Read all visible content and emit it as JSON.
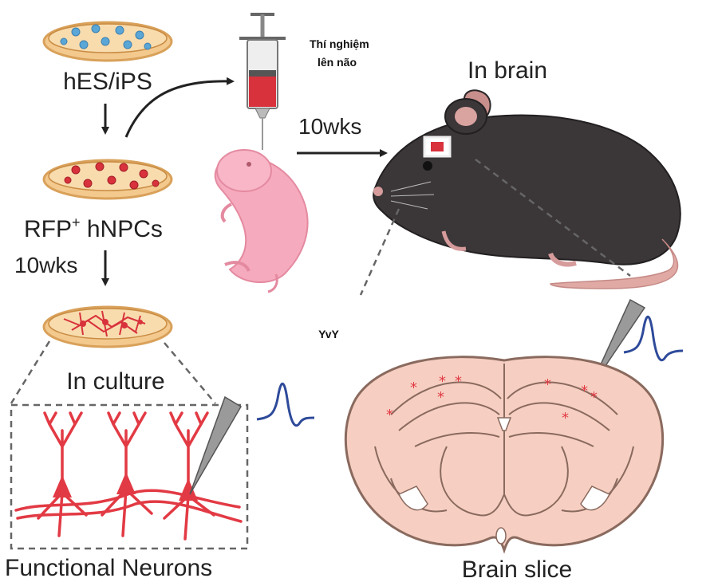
{
  "labels": {
    "stem_cells": "hES/iPS",
    "npcs_prefix": "RFP",
    "npcs_sup": "+",
    "npcs_suffix": " hNPCs",
    "culture_time": "10wks",
    "in_culture": "In culture",
    "functional_neurons": "Functional Neurons",
    "brain_time": "10wks",
    "in_brain": "In brain",
    "brain_slice": "Brain slice",
    "experiment_line1": "Thí nghiệm",
    "experiment_line2": "lên não",
    "watermark": "YvY"
  },
  "colors": {
    "dish_fill": "#f3c98e",
    "dish_rim": "#d9a15a",
    "stem_cell": "#5aa6d6",
    "rfp_cell": "#d8323c",
    "neuron": "#e23a44",
    "pup_skin": "#f6aabd",
    "mouse_body": "#3b3638",
    "brain_tissue": "#f6cfc2",
    "trace": "#2e4a9a",
    "electrode": "#7a7a7a"
  },
  "icons": [
    "petri-dish-icon",
    "syringe-icon",
    "mouse-pup-icon",
    "mouse-icon",
    "electrode-icon",
    "neuron-icon",
    "brain-slice-icon",
    "action-potential-icon"
  ]
}
